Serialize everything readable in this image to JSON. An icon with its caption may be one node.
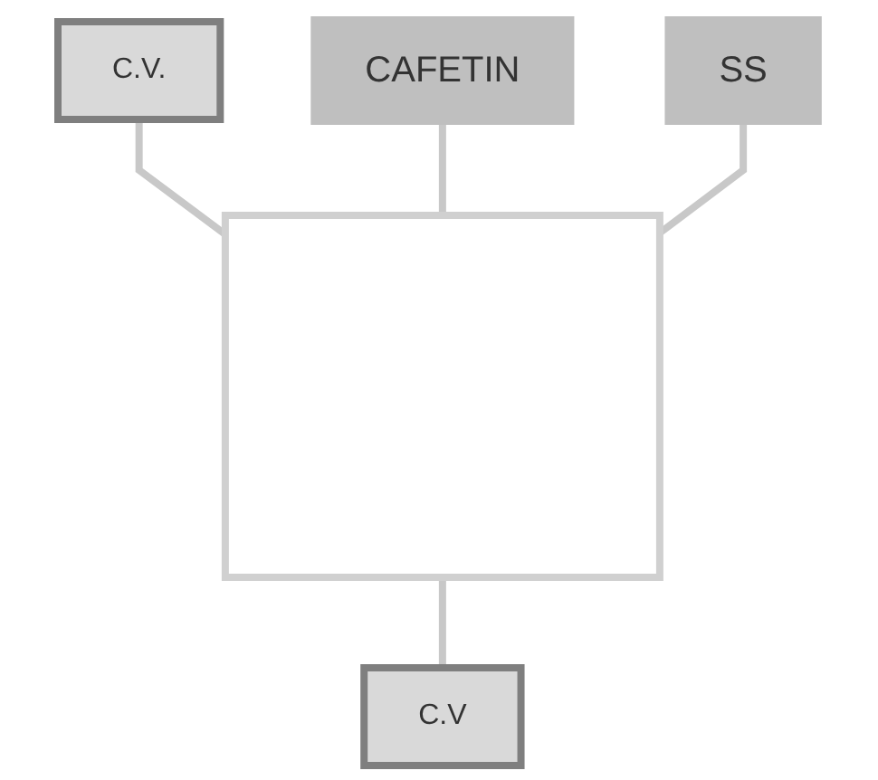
{
  "diagram": {
    "nodes": [
      {
        "text": [
          "C.V."
        ]
      },
      {
        "text": [
          "CAFETIN"
        ]
      },
      {
        "text": [
          "SS"
        ]
      },
      {
        "text": [],
        "shape": "box"
      },
      {
        "text": [
          "C.V"
        ]
      }
    ],
    "edges": [
      {
        "from": 0,
        "to": 3,
        "arrow": "none"
      },
      {
        "from": 1,
        "to": 3,
        "arrow": "none"
      },
      {
        "from": 2,
        "to": 3,
        "arrow": "none"
      },
      {
        "from": 3,
        "to": 4,
        "arrow": "none"
      }
    ]
  }
}
